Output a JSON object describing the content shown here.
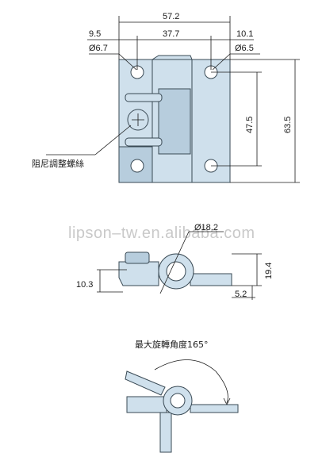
{
  "dimensions": {
    "overall_width": "57.2",
    "left_offset": "9.5",
    "hole_spacing": "37.7",
    "right_offset": "10.1",
    "left_hole_dia": "Ø6.7",
    "right_hole_dia": "Ø6.5",
    "hole_vertical_spacing": "47.5",
    "overall_height": "63.5",
    "knuckle_dia": "Ø18.2",
    "side_left_height": "10.3",
    "side_right_height": "19.4",
    "leaf_thickness": "5.2"
  },
  "labels": {
    "damping_screw": "阻尼調整螺絲",
    "max_rotation_angle": "最大旋轉角度165°"
  },
  "watermark": "lipson–tw.en.alibaba.com",
  "colors": {
    "part_fill": "#cfe0ec",
    "part_stroke": "#3a4a55",
    "line": "#1a1a1a"
  }
}
